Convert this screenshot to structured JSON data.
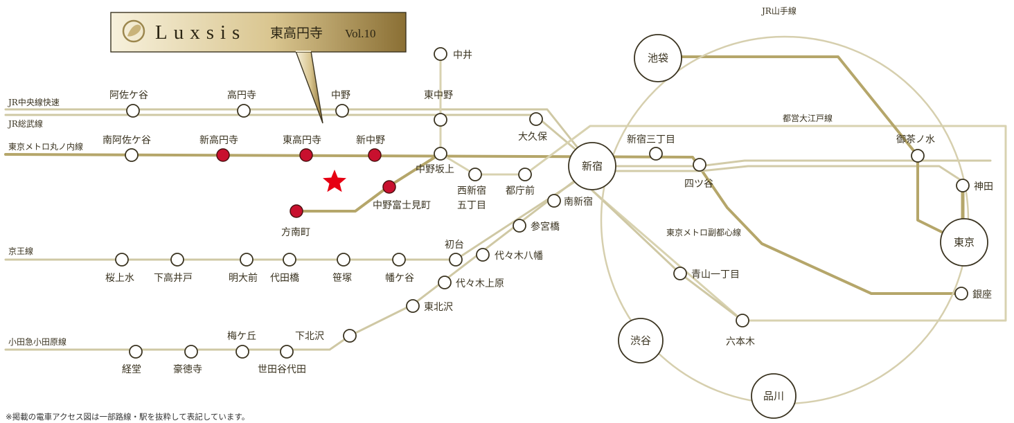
{
  "banner": {
    "brand": "Luxsis",
    "property": "東高円寺",
    "volume": "Vol.10"
  },
  "line_labels": {
    "chuo_rapid": "JR中央線快速",
    "sobu": "JR総武線",
    "marunouchi": "東京メトロ丸ノ内線",
    "keio": "京王線",
    "odakyu": "小田急小田原線",
    "yamanote": "JR山手線",
    "oedo": "都営大江戸線",
    "fukutoshin": "東京メトロ副都心線"
  },
  "stations": {
    "asagaya": "阿佐ケ谷",
    "koenji": "高円寺",
    "nakano": "中野",
    "higashinakano": "東中野",
    "nakai": "中井",
    "okubo": "大久保",
    "minamiasagaya": "南阿佐ケ谷",
    "shinkoenji": "新高円寺",
    "higashikoenji": "東高円寺",
    "shinnakano": "新中野",
    "nakanosakaue": "中野坂上",
    "nishishinjuku_gochome": "西新宿\n五丁目",
    "tochomae": "都庁前",
    "nakanofujimicho": "中野富士見町",
    "honancho": "方南町",
    "shinjuku": "新宿",
    "minamishinjuku": "南新宿",
    "sangubashi": "参宮橋",
    "yoyogihachiman": "代々木八幡",
    "yoyogiuehara": "代々木上原",
    "higashikitazawa": "東北沢",
    "hatsudai": "初台",
    "sakurajosui": "桜上水",
    "shimotakaido": "下高井戸",
    "meidaimae": "明大前",
    "daitabashi": "代田橋",
    "sasazuka": "笹塚",
    "hatagaya": "幡ケ谷",
    "umegaoka": "梅ケ丘",
    "shimokitazawa": "下北沢",
    "kyodo": "経堂",
    "gotokuji": "豪徳寺",
    "setagayadaita": "世田谷代田",
    "shinjuku_sanchome": "新宿三丁目",
    "yotsuya": "四ツ谷",
    "ochanomizu": "御茶ノ水",
    "kanda": "神田",
    "tokyo": "東京",
    "ginza": "銀座",
    "ikebukuro": "池袋",
    "aoyama_itchome": "青山一丁目",
    "roppongi": "六本木",
    "shibuya": "渋谷",
    "shinagawa": "品川"
  },
  "colors": {
    "line": "#c9c29c",
    "line_dark": "#8a7a40",
    "station_local": "#c8102e",
    "property_star": "#e60012",
    "banner_gold": "#b8a060"
  },
  "footnote": "※掲載の電車アクセス図は一部路線・駅を抜粋して表記しています。"
}
